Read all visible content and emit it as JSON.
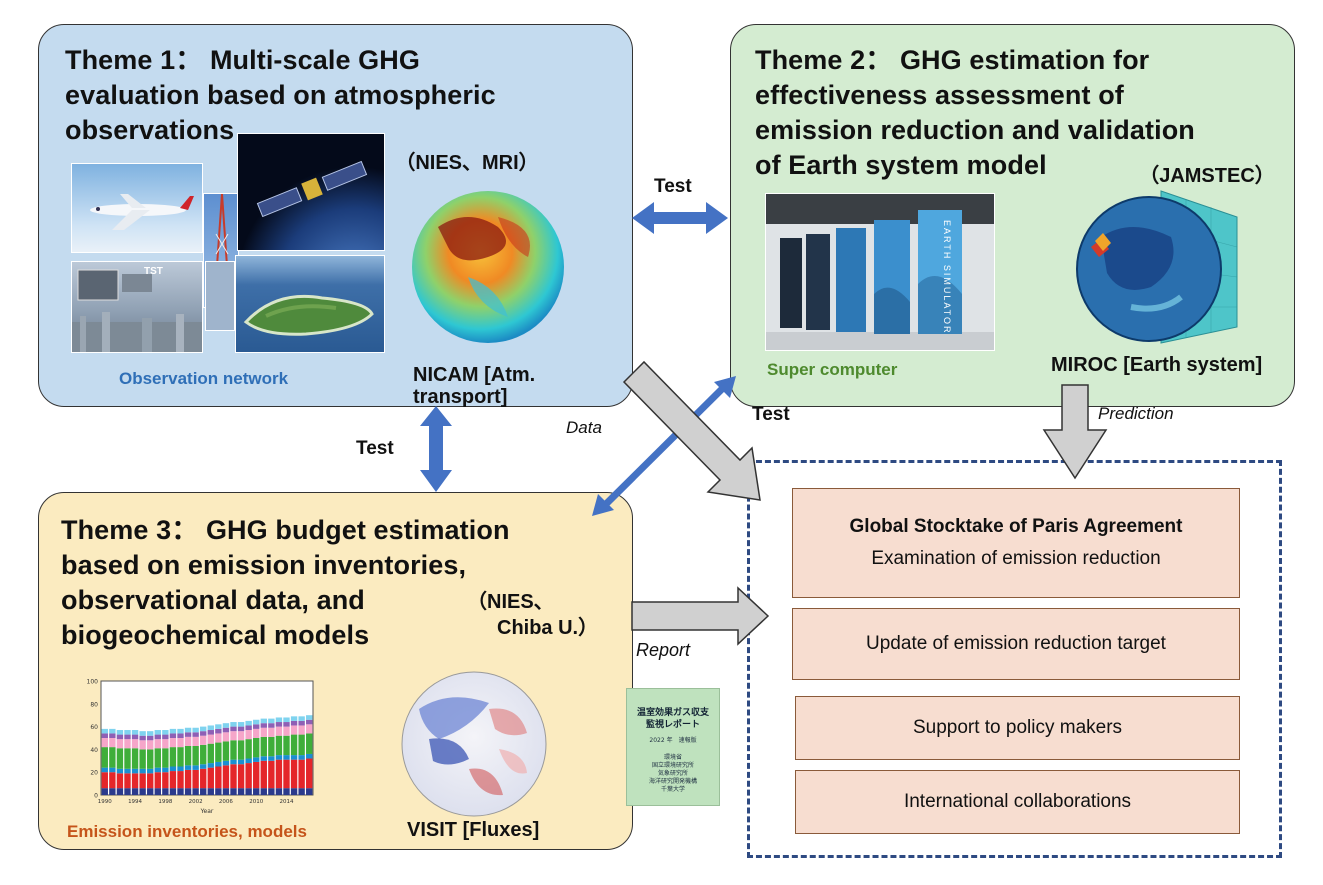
{
  "theme1": {
    "title_lines": [
      "Theme 1： Multi-scale GHG",
      "evaluation based on atmospheric",
      "observations"
    ],
    "org": "（NIES、MRI）",
    "caption_network": "Observation network",
    "caption_model": "NICAM [Atm. transport]",
    "photo_label_tst": "TST"
  },
  "theme2": {
    "title_lines": [
      "Theme 2： GHG estimation for",
      "effectiveness assessment of",
      "emission reduction and validation",
      "of Earth system model"
    ],
    "org": "（JAMSTEC）",
    "caption_computer": "Super computer",
    "caption_model": "MIROC [Earth system]",
    "rack_text": "EARTH SIMULATOR"
  },
  "theme3": {
    "title_lines": [
      "Theme 3： GHG budget estimation",
      "based on emission inventories,",
      "observational data, and",
      "biogeochemical models"
    ],
    "org_lines": [
      "（NIES、",
      "Chiba U.）"
    ],
    "caption_inventories": "Emission inventories, models",
    "caption_model": "VISIT [Fluxes]"
  },
  "arrow_labels": {
    "test_top": "Test",
    "test_left": "Test",
    "test_diag": "Test",
    "data": "Data",
    "prediction": "Prediction",
    "report": "Report"
  },
  "report_book": {
    "title_lines": [
      "温室効果ガス収支",
      "監視レポート"
    ],
    "year": "2022 年　速報版",
    "issuers": [
      "環境省",
      "国立環境研究所",
      "気象研究所",
      "海洋研究開発機構",
      "千葉大学"
    ]
  },
  "outcomes": [
    {
      "title": "Global Stocktake of Paris Agreement",
      "subtitle": "Examination of emission reduction"
    },
    {
      "title": "",
      "subtitle": "Update of emission reduction target"
    },
    {
      "title": "",
      "subtitle": "Support to policy makers"
    },
    {
      "title": "",
      "subtitle": "International collaborations"
    }
  ],
  "colors": {
    "theme1_bg": "#c4dbef",
    "theme2_bg": "#d4ecd1",
    "theme3_bg": "#fbebc0",
    "blue_arrow": "#4472c4",
    "grey_arrow": "#d0d0d0",
    "network_caption": "#2f6fb7",
    "computer_caption": "#4e8a2e",
    "inventories_caption": "#c5541a",
    "dashed_border": "#2e4a82",
    "outcome_fill": "#f7ddd0"
  },
  "chart_data": {
    "type": "bar",
    "stacked": true,
    "title": "",
    "xlabel": "Year",
    "ylabel": "",
    "ylim": [
      0,
      100
    ],
    "yticks": [
      0,
      20,
      40,
      60,
      80,
      100
    ],
    "xticks": [
      "1990",
      "1994",
      "1998",
      "2002",
      "2006",
      "2010",
      "2014"
    ],
    "categories": [
      "1990",
      "1991",
      "1992",
      "1993",
      "1994",
      "1995",
      "1996",
      "1997",
      "1998",
      "1999",
      "2000",
      "2001",
      "2002",
      "2003",
      "2004",
      "2005",
      "2006",
      "2007",
      "2008",
      "2009",
      "2010",
      "2011",
      "2012",
      "2013",
      "2014",
      "2015",
      "2016",
      "2017"
    ],
    "series": [
      {
        "color": "#2b3a8c",
        "values": [
          6,
          6,
          6,
          6,
          6,
          6,
          6,
          6,
          6,
          6,
          6,
          6,
          6,
          6,
          6,
          6,
          6,
          6,
          6,
          6,
          6,
          6,
          6,
          6,
          6,
          6,
          6,
          6
        ]
      },
      {
        "color": "#e4262a",
        "values": [
          14,
          14,
          13,
          13,
          13,
          13,
          13,
          14,
          14,
          15,
          15,
          16,
          16,
          17,
          18,
          19,
          20,
          21,
          21,
          22,
          23,
          24,
          24,
          25,
          25,
          25,
          25,
          26
        ]
      },
      {
        "color": "#1a8fd1",
        "values": [
          4,
          4,
          4,
          4,
          4,
          4,
          4,
          4,
          4,
          4,
          4,
          4,
          4,
          4,
          4,
          4,
          4,
          4,
          4,
          4,
          4,
          4,
          4,
          4,
          4,
          4,
          4,
          4
        ]
      },
      {
        "color": "#3fae3a",
        "values": [
          18,
          18,
          18,
          18,
          18,
          17,
          17,
          17,
          17,
          17,
          17,
          17,
          17,
          17,
          17,
          17,
          17,
          17,
          17,
          17,
          17,
          17,
          17,
          17,
          17,
          18,
          18,
          18
        ]
      },
      {
        "color": "#f6a6c9",
        "values": [
          8,
          8,
          8,
          8,
          8,
          8,
          8,
          8,
          8,
          8,
          8,
          8,
          8,
          8,
          8,
          8,
          8,
          8,
          8,
          8,
          8,
          8,
          8,
          8,
          8,
          8,
          8,
          8
        ]
      },
      {
        "color": "#8f5fb5",
        "values": [
          4,
          4,
          4,
          4,
          4,
          4,
          4,
          4,
          4,
          4,
          4,
          4,
          4,
          4,
          4,
          4,
          4,
          4,
          4,
          4,
          4,
          4,
          4,
          4,
          4,
          4,
          4,
          4
        ]
      },
      {
        "color": "#7fd3ef",
        "values": [
          4,
          4,
          4,
          4,
          4,
          4,
          4,
          4,
          4,
          4,
          4,
          4,
          4,
          4,
          4,
          4,
          4,
          4,
          4,
          4,
          4,
          4,
          4,
          4,
          4,
          4,
          4,
          4
        ]
      }
    ]
  }
}
